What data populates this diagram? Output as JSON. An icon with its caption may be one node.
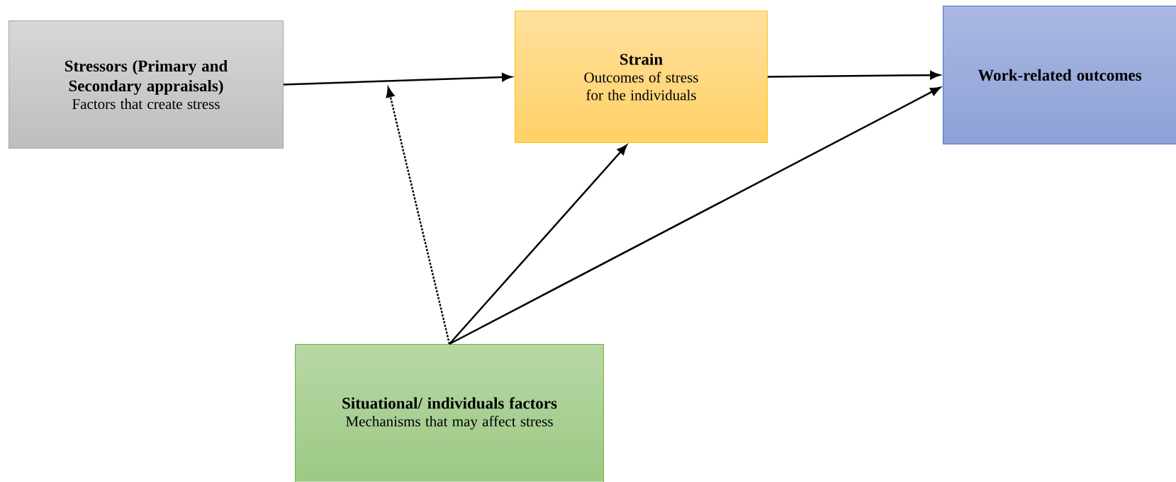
{
  "diagram": {
    "nodes": [
      {
        "text": [
          "Stressors (Primary and Secondary appraisals)",
          "Factors that create stress"
        ]
      },
      {
        "text": [
          "Strain",
          "Outcomes of stress for the individuals"
        ]
      },
      {
        "text": [
          "Work-related outcomes"
        ]
      },
      {
        "text": [
          "Situational/ individuals factors",
          "Mechanisms that may affect stress"
        ]
      }
    ],
    "edges": [
      {
        "from": 0,
        "to": 1,
        "arrow": "to"
      },
      {
        "from": 1,
        "to": 2,
        "arrow": "to"
      },
      {
        "from": 3,
        "to": 1,
        "arrow": "to"
      },
      {
        "from": 3,
        "to": 2,
        "arrow": "to"
      },
      {
        "from": 3,
        "to": null,
        "arrow": "to",
        "style": "dashed"
      }
    ]
  }
}
